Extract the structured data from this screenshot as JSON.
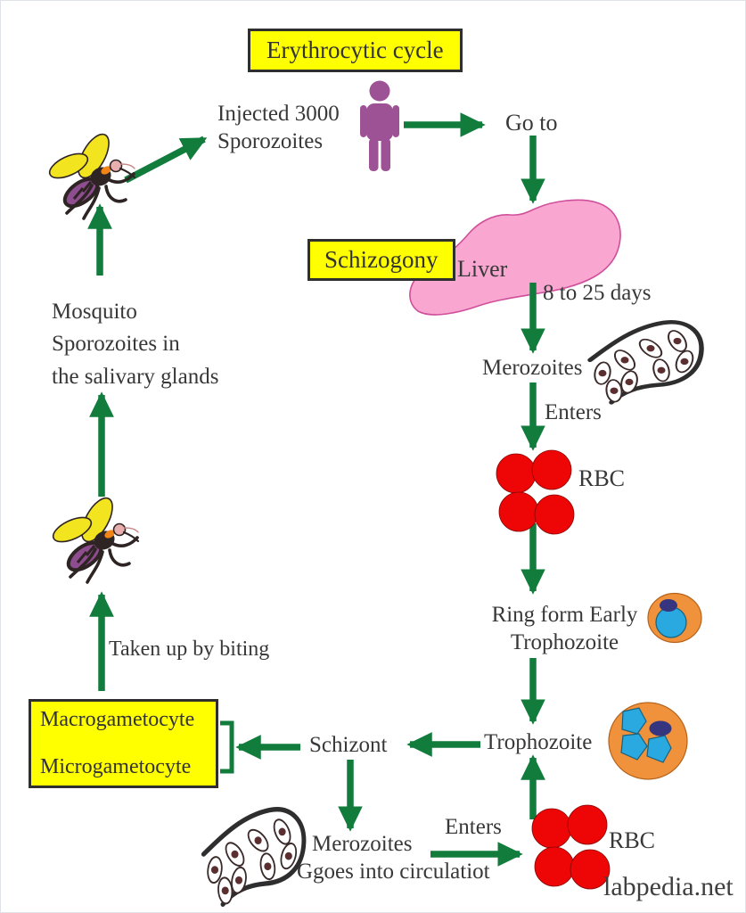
{
  "diagram": {
    "title": "Erythrocytic cycle",
    "watermark": "labpedia.net",
    "boxes": {
      "schizogony": "Schizogony",
      "macrogametocyte": "Macrogametocyte",
      "microgametocyte": "Microgametocyte"
    },
    "labels": {
      "injected_sporozoites": "Injected 3000\nSporozoites",
      "go_to": "Go to",
      "liver": "Liver",
      "days": "8 to 25 days",
      "merozoites_top": "Merozoites",
      "enters_top": "Enters",
      "rbc_top": "RBC",
      "ring_form": "Ring form Early\nTrophozoite",
      "trophozoite": "Trophozoite",
      "schizont": "Schizont",
      "taken_up": "Taken up by biting",
      "mosquito_salivary": "Mosquito\nSporozoites in\nthe salivary glands",
      "merozoites_bottom": "Merozoites",
      "goes_circulation": "Ggoes into circulatiot",
      "enters_bottom": "Enters",
      "rbc_bottom": "RBC"
    },
    "icons": {
      "mosquito": "mosquito-icon",
      "person": "person-icon",
      "liver": "liver-shape",
      "schizont_sac": "schizont-sac-icon",
      "rbc_cluster": "rbc-cluster-icon",
      "ring_form_cell": "ring-form-cell-icon",
      "trophozoite_cell": "trophozoite-cell-icon"
    },
    "colors": {
      "arrow_green": "#127c3d",
      "box_yellow": "#ffff00",
      "box_border": "#2f2f2f",
      "text": "#383838",
      "rbc_red": "#ee0606",
      "liver_pink": "#f9a6d0",
      "cell_orange": "#f0913b",
      "parasite_blue": "#29a9e0",
      "nucleus_navy": "#353580",
      "person_purple": "#9c5294",
      "wing_yellow": "#f2e41f"
    }
  }
}
